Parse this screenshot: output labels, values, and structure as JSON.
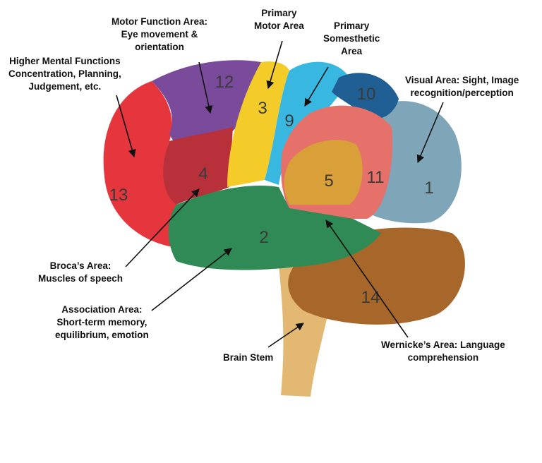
{
  "regions": [
    {
      "number": "1",
      "color": "#7fa6b8"
    },
    {
      "number": "2",
      "color": "#2f8a55"
    },
    {
      "number": "3",
      "color": "#f4cc2a"
    },
    {
      "number": "4",
      "color": "#b8303a"
    },
    {
      "number": "5",
      "color": "#d9a03a"
    },
    {
      "number": "9",
      "color": "#38b8e0"
    },
    {
      "number": "10",
      "color": "#1f5f94"
    },
    {
      "number": "11",
      "color": "#e6706a"
    },
    {
      "number": "12",
      "color": "#7a4b9a"
    },
    {
      "number": "13",
      "color": "#e5353d"
    },
    {
      "number": "14",
      "color": "#a8672a"
    }
  ],
  "labels": {
    "motor_function": [
      "Motor Function Area:",
      "Eye movement &",
      "orientation"
    ],
    "primary_motor": [
      "Primary",
      "Motor Area"
    ],
    "primary_somesthetic": [
      "Primary",
      "Somesthetic",
      "Area"
    ],
    "higher_mental": [
      "Higher Mental Functions",
      "Concentration, Planning,",
      "Judgement, etc."
    ],
    "visual": [
      "Visual Area: Sight, Image",
      "recognition/perception"
    ],
    "broca": [
      "Broca’s Area:",
      "Muscles of speech"
    ],
    "association": [
      "Association Area:",
      "Short-term memory,",
      "equilibrium, emotion"
    ],
    "brain_stem": [
      "Brain Stem"
    ],
    "wernicke": [
      "Wernicke’s Area: Language",
      "comprehension"
    ]
  }
}
